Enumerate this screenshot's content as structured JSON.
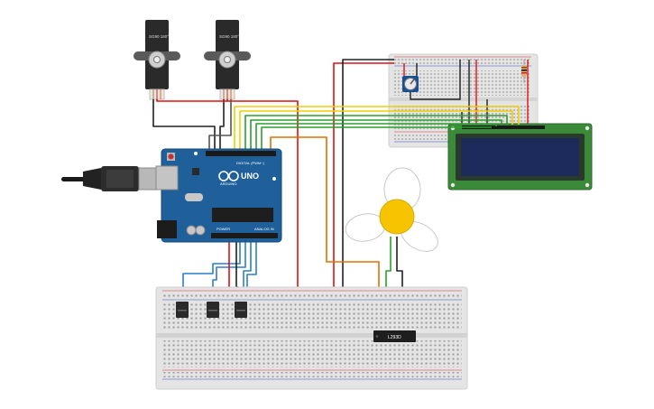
{
  "canvas": {
    "background": "#ffffff"
  },
  "servos": [
    {
      "id": "servo-1",
      "label": "SG90 180°"
    },
    {
      "id": "servo-2",
      "label": "SG90 180°"
    }
  ],
  "arduino": {
    "logo_text": "UNO",
    "brand_text": "ARDUINO",
    "digital_label": "DIGITAL (PWM~)",
    "power_label": "POWER",
    "analog_label": "ANALOG IN",
    "board_color": "#1f5f9a"
  },
  "lcd": {
    "screen_color": "#1c2a5c",
    "pcb_color": "#3a8a3a"
  },
  "driver_chip": {
    "label": "L293D"
  },
  "sensors": {
    "count": 3
  },
  "wire_colors": {
    "red": "#e01010",
    "black": "#202020",
    "yellow": "#f0d000",
    "green": "#2aa02a",
    "orange": "#e07000",
    "blue": "#2a7fd0"
  },
  "fan": {
    "hub_color": "#f6c400"
  }
}
